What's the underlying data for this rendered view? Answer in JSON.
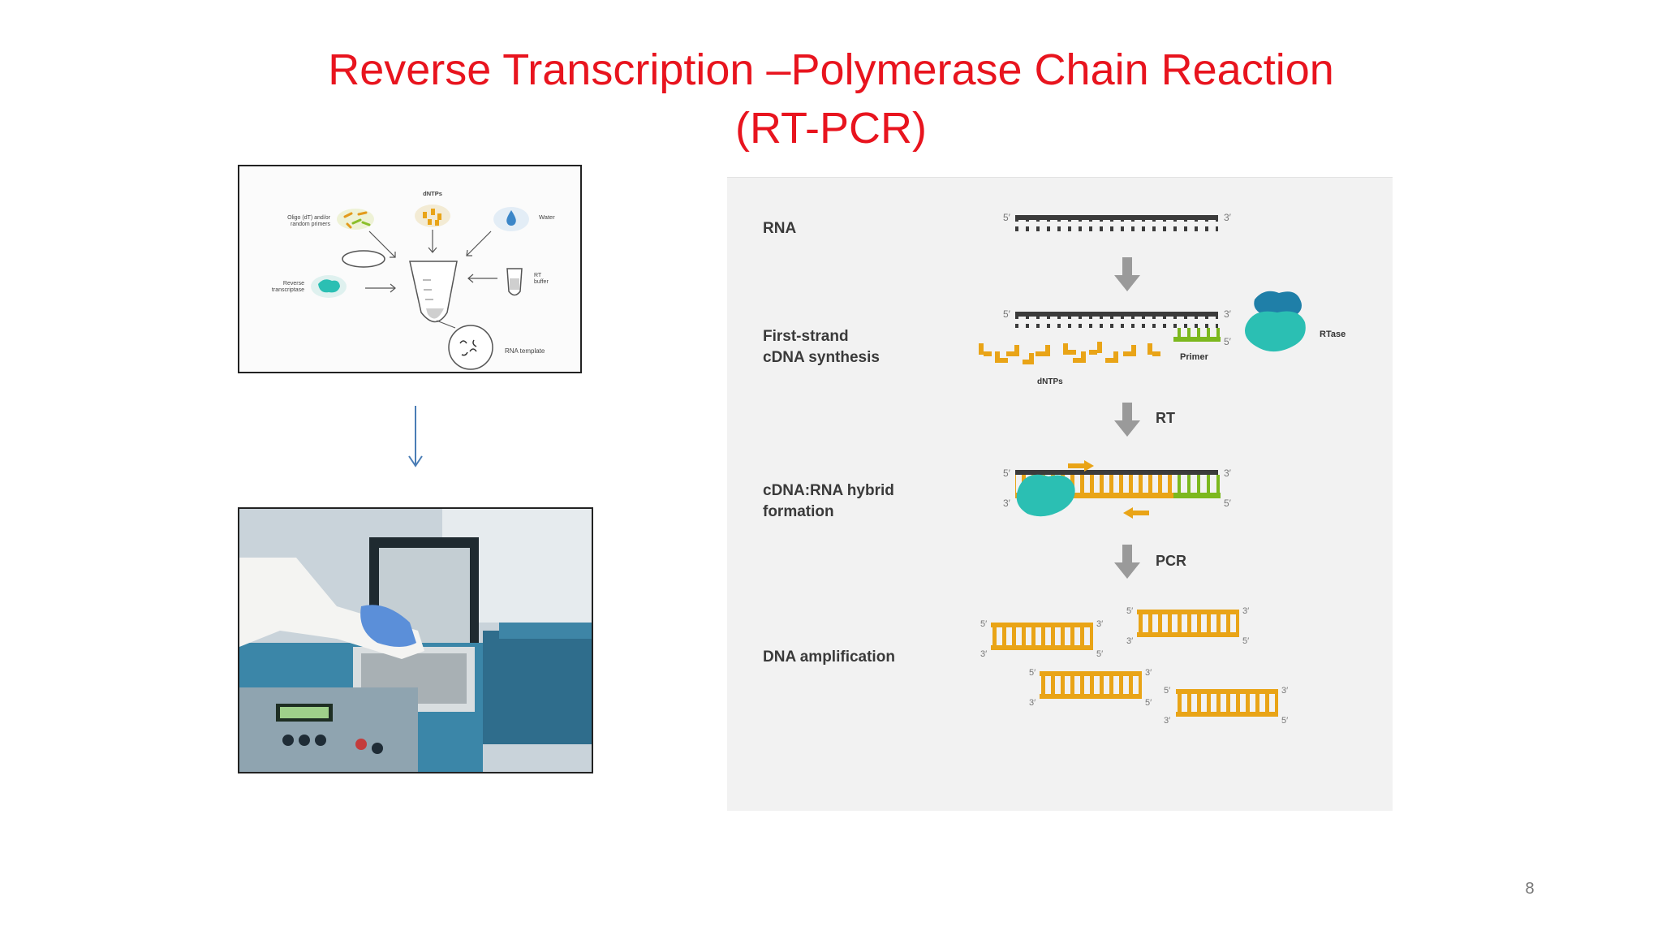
{
  "slide": {
    "title_line1": "Reverse Transcription –Polymerase Chain Reaction",
    "title_line2": "(RT-PCR)",
    "page_number": "8"
  },
  "mix_diagram": {
    "dntps": "dNTPs",
    "primers_l1": "Oligo (dT) and/or",
    "primers_l2": "random primers",
    "water": "Water",
    "rt_enzyme_l1": "Reverse",
    "rt_enzyme_l2": "transcriptase",
    "rt_buffer_l1": "RT",
    "rt_buffer_l2": "buffer",
    "rna_template": "RNA template"
  },
  "rt_pcr_diagram": {
    "steps": [
      {
        "label_l1": "RNA",
        "label_l2": ""
      },
      {
        "label_l1": "First-strand",
        "label_l2": "cDNA synthesis"
      },
      {
        "label_l1": "cDNA:RNA hybrid",
        "label_l2": "formation"
      },
      {
        "label_l1": "DNA amplification",
        "label_l2": ""
      }
    ],
    "arrow_labels": [
      "",
      "RT",
      "PCR"
    ],
    "annotations": {
      "rtase": "RTase",
      "primer": "Primer",
      "dntps": "dNTPs",
      "five_prime": "5′",
      "three_prime": "3′"
    }
  },
  "colors": {
    "title": "#e8141e",
    "rna_strand": "#3b3b3b",
    "cdna_strand": "#e9a417",
    "primer": "#7cb81e",
    "enzyme": "#2bbfb3",
    "enzyme_dark": "#1f7fa8",
    "arrow": "#9a9a9a"
  }
}
